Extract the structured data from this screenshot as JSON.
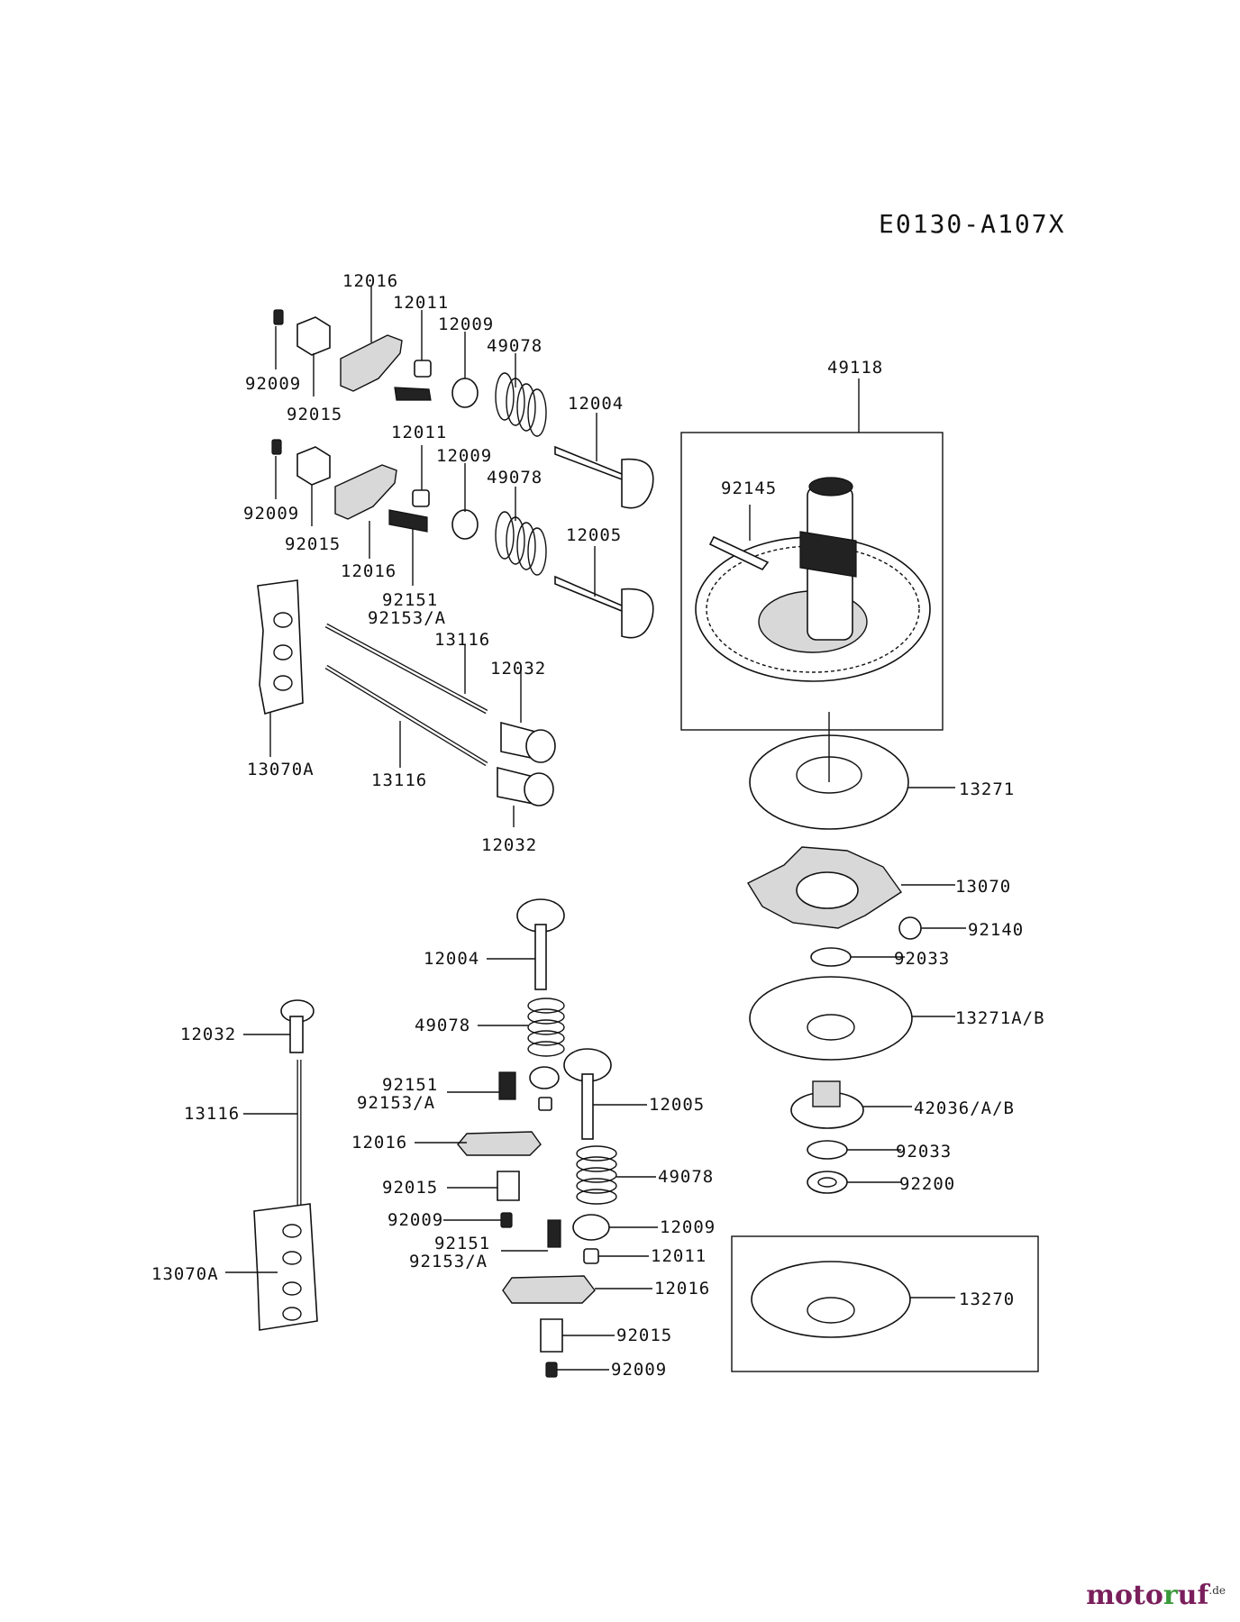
{
  "diagram_code": "E0130-A107X",
  "labels": {
    "l12016a": "12016",
    "l12011a": "12011",
    "l12009a": "12009",
    "l49078a": "49078",
    "l92009a": "92009",
    "l92015a": "92015",
    "l12004a": "12004",
    "l12011b": "12011",
    "l12009b": "12009",
    "l49078b": "49078",
    "l92009b": "92009",
    "l92015b": "92015",
    "l12016b": "12016",
    "l12005a": "12005",
    "l92151a": "92151",
    "l92153a": "92153/A",
    "l13116a": "13116",
    "l12032a": "12032",
    "l13070Aa": "13070A",
    "l13116b": "13116",
    "l12032b": "12032",
    "l49118": "49118",
    "l92145": "92145",
    "l13271": "13271",
    "l13070": "13070",
    "l92140": "92140",
    "l92033a": "92033",
    "l13271AB": "13271A/B",
    "l42036": "42036/A/B",
    "l92033b": "92033",
    "l92200": "92200",
    "l13270": "13270",
    "l12004b": "12004",
    "l49078c": "49078",
    "l12032c": "12032",
    "l13116c": "13116",
    "l92151b": "92151",
    "l92153b": "92153/A",
    "l12005b": "12005",
    "l12016c": "12016",
    "l92015c": "92015",
    "l49078d": "49078",
    "l92009c": "92009",
    "l12009c": "12009",
    "l92151c": "92151",
    "l92153c": "92153/A",
    "l12011c": "12011",
    "l13070Ab": "13070A",
    "l12016d": "12016",
    "l92015d": "92015",
    "l92009d": "92009"
  },
  "watermark": {
    "brand_pre": "moto",
    "brand_f": "r",
    "brand_post": "uf",
    "tld": ".de"
  }
}
